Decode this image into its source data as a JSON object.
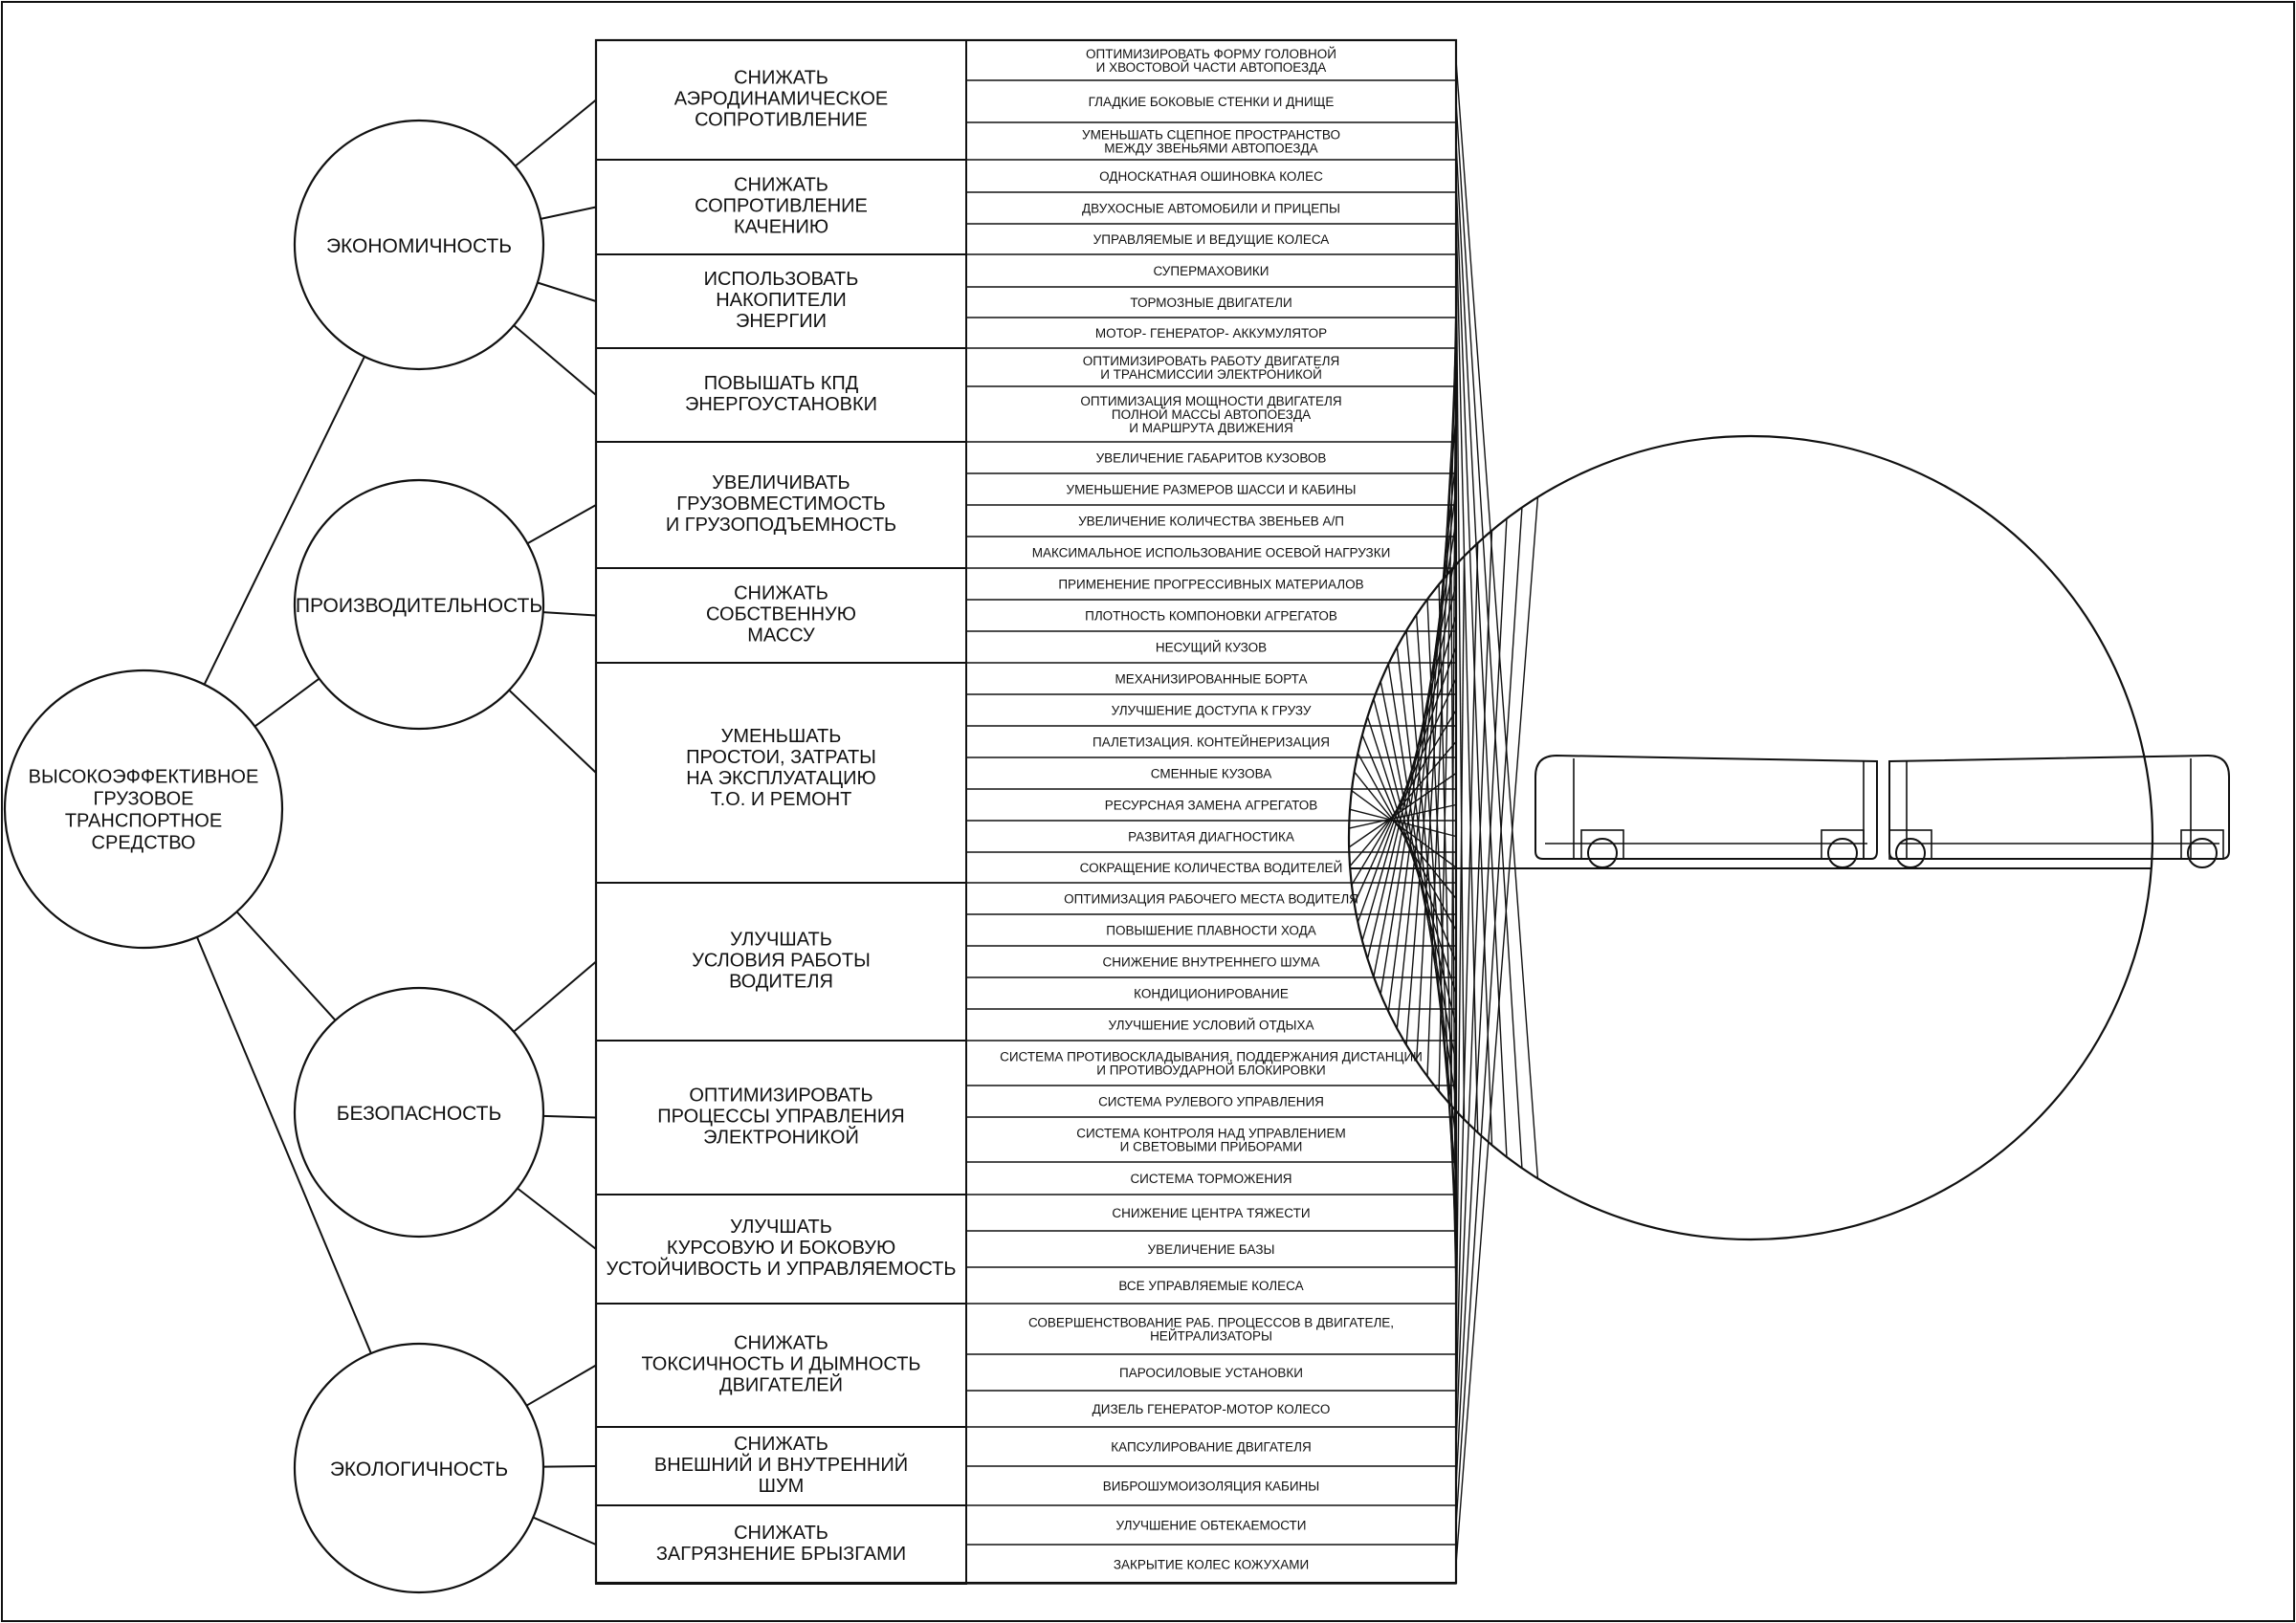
{
  "root": {
    "label": [
      "ВЫСОКОЭФФЕКТИВНОЕ",
      "ГРУЗОВОЕ",
      "ТРАНСПОРТНОЕ",
      "СРЕДСТВО"
    ]
  },
  "categories": [
    {
      "name": "ЭКОНОМИЧНОСТЬ",
      "goals": [
        {
          "label": [
            "СНИЖАТЬ",
            "АЭРОДИНАМИЧЕСКОЕ",
            "СОПРОТИВЛЕНИЕ"
          ],
          "items": [
            [
              "ОПТИМИЗИРОВАТЬ ФОРМУ ГОЛОВНОЙ",
              "И ХВОСТОВОЙ ЧАСТИ АВТОПОЕЗДА"
            ],
            [
              "ГЛАДКИЕ БОКОВЫЕ СТЕНКИ И ДНИЩЕ"
            ],
            [
              "УМЕНЬШАТЬ СЦЕПНОЕ ПРОСТРАНСТВО",
              "МЕЖДУ ЗВЕНЬЯМИ АВТОПОЕЗДА"
            ]
          ]
        },
        {
          "label": [
            "СНИЖАТЬ",
            "СОПРОТИВЛЕНИЕ",
            "КАЧЕНИЮ"
          ],
          "items": [
            [
              "ОДНОСКАТНАЯ ОШИНОВКА КОЛЕС"
            ],
            [
              "ДВУХОСНЫЕ АВТОМОБИЛИ И ПРИЦЕПЫ"
            ],
            [
              "УПРАВЛЯЕМЫЕ И ВЕДУЩИЕ КОЛЕСА"
            ]
          ]
        },
        {
          "label": [
            "ИСПОЛЬЗОВАТЬ",
            "НАКОПИТЕЛИ",
            "ЭНЕРГИИ"
          ],
          "items": [
            [
              "СУПЕРМАХОВИКИ"
            ],
            [
              "ТОРМОЗНЫЕ ДВИГАТЕЛИ"
            ],
            [
              "МОТОР- ГЕНЕРАТОР- АККУМУЛЯТОР"
            ]
          ]
        },
        {
          "label": [
            "ПОВЫШАТЬ КПД",
            "ЭНЕРГОУСТАНОВКИ"
          ],
          "items": [
            [
              "ОПТИМИЗИРОВАТЬ РАБОТУ ДВИГАТЕЛЯ",
              "И ТРАНСМИССИИ ЭЛЕКТРОНИКОЙ"
            ],
            [
              "ОПТИМИЗАЦИЯ МОЩНОСТИ ДВИГАТЕЛЯ",
              "ПОЛНОЙ МАССЫ АВТОПОЕЗДА",
              "И МАРШРУТА ДВИЖЕНИЯ"
            ]
          ]
        }
      ]
    },
    {
      "name": "ПРОИЗВОДИТЕЛЬНОСТЬ",
      "goals": [
        {
          "label": [
            "УВЕЛИЧИВАТЬ",
            "ГРУЗОВМЕСТИМОСТЬ",
            "И ГРУЗОПОДЪЕМНОСТЬ"
          ],
          "items": [
            [
              "УВЕЛИЧЕНИЕ ГАБАРИТОВ КУЗОВОВ"
            ],
            [
              "УМЕНЬШЕНИЕ РАЗМЕРОВ ШАССИ И КАБИНЫ"
            ],
            [
              "УВЕЛИЧЕНИЕ КОЛИЧЕСТВА ЗВЕНЬЕВ А/П"
            ],
            [
              "МАКСИМАЛЬНОЕ ИСПОЛЬЗОВАНИЕ ОСЕВОЙ НАГРУЗКИ"
            ]
          ]
        },
        {
          "label": [
            "СНИЖАТЬ",
            "СОБСТВЕННУЮ",
            "МАССУ"
          ],
          "items": [
            [
              "ПРИМЕНЕНИЕ ПРОГРЕССИВНЫХ МАТЕРИАЛОВ"
            ],
            [
              "ПЛОТНОСТЬ КОМПОНОВКИ АГРЕГАТОВ"
            ],
            [
              "НЕСУЩИЙ КУЗОВ"
            ]
          ]
        },
        {
          "label": [
            "УМЕНЬШАТЬ",
            "ПРОСТОИ, ЗАТРАТЫ",
            "НА ЭКСПЛУАТАЦИЮ",
            "Т.О. И РЕМОНТ"
          ],
          "items": [
            [
              "МЕХАНИЗИРОВАННЫЕ БОРТА"
            ],
            [
              "УЛУЧШЕНИЕ ДОСТУПА К ГРУЗУ"
            ],
            [
              "ПАЛЕТИЗАЦИЯ. КОНТЕЙНЕРИЗАЦИЯ"
            ],
            [
              "СМЕННЫЕ КУЗОВА"
            ],
            [
              "РЕСУРСНАЯ ЗАМЕНА АГРЕГАТОВ"
            ],
            [
              "РАЗВИТАЯ ДИАГНОСТИКА"
            ],
            [
              "СОКРАЩЕНИЕ КОЛИЧЕСТВА ВОДИТЕЛЕЙ"
            ]
          ]
        }
      ]
    },
    {
      "name": "БЕЗОПАСНОСТЬ",
      "goals": [
        {
          "label": [
            "УЛУЧШАТЬ",
            "УСЛОВИЯ РАБОТЫ",
            "ВОДИТЕЛЯ"
          ],
          "items": [
            [
              "ОПТИМИЗАЦИЯ РАБОЧЕГО МЕСТА ВОДИТЕЛЯ"
            ],
            [
              "ПОВЫШЕНИЕ ПЛАВНОСТИ ХОДА"
            ],
            [
              "СНИЖЕНИЕ ВНУТРЕННЕГО ШУМА"
            ],
            [
              "КОНДИЦИОНИРОВАНИЕ"
            ],
            [
              "УЛУЧШЕНИЕ УСЛОВИЙ ОТДЫХА"
            ]
          ]
        },
        {
          "label": [
            "ОПТИМИЗИРОВАТЬ",
            "ПРОЦЕССЫ УПРАВЛЕНИЯ",
            "ЭЛЕКТРОНИКОЙ"
          ],
          "items": [
            [
              "СИСТЕМА ПРОТИВОСКЛАДЫВАНИЯ, ПОДДЕРЖАНИЯ ДИСТАНЦИИ",
              "И ПРОТИВОУДАРНОЙ БЛОКИРОВКИ"
            ],
            [
              "СИСТЕМА РУЛЕВОГО УПРАВЛЕНИЯ"
            ],
            [
              "СИСТЕМА КОНТРОЛЯ НАД УПРАВЛЕНИЕМ",
              "И СВЕТОВЫМИ ПРИБОРАМИ"
            ],
            [
              "СИСТЕМА ТОРМОЖЕНИЯ"
            ]
          ]
        },
        {
          "label": [
            "УЛУЧШАТЬ",
            "КУРСОВУЮ И БОКОВУЮ",
            "УСТОЙЧИВОСТЬ И УПРАВЛЯЕМОСТЬ"
          ],
          "items": [
            [
              "СНИЖЕНИЕ ЦЕНТРА ТЯЖЕСТИ"
            ],
            [
              "УВЕЛИЧЕНИЕ БАЗЫ"
            ],
            [
              "ВСЕ УПРАВЛЯЕМЫЕ КОЛЕСА"
            ]
          ]
        }
      ]
    },
    {
      "name": "ЭКОЛОГИЧНОСТЬ",
      "goals": [
        {
          "label": [
            "СНИЖАТЬ",
            "ТОКСИЧНОСТЬ И ДЫМНОСТЬ",
            "ДВИГАТЕЛЕЙ"
          ],
          "items": [
            [
              "СОВЕРШЕНСТВОВАНИЕ РАБ. ПРОЦЕССОВ В ДВИГАТЕЛЕ,",
              "НЕЙТРАЛИЗАТОРЫ"
            ],
            [
              "ПАРОСИЛОВЫЕ УСТАНОВКИ"
            ],
            [
              "ДИЗЕЛЬ ГЕНЕРАТОР-МОТОР КОЛЕСО"
            ]
          ]
        },
        {
          "label": [
            "СНИЖАТЬ",
            "ВНЕШНИЙ И ВНУТРЕННИЙ",
            "ШУМ"
          ],
          "items": [
            [
              "КАПСУЛИРОВАНИЕ ДВИГАТЕЛЯ"
            ],
            [
              "ВИБРОШУМОИЗОЛЯЦИЯ КАБИНЫ"
            ]
          ]
        },
        {
          "label": [
            "СНИЖАТЬ",
            "ЗАГРЯЗНЕНИЕ БРЫЗГАМИ"
          ],
          "items": [
            [
              "УЛУЧШЕНИЕ ОБТЕКАЕМОСТИ"
            ],
            [
              "ЗАКРЫТИЕ КОЛЕС КОЖУХАМИ"
            ]
          ]
        }
      ]
    }
  ]
}
